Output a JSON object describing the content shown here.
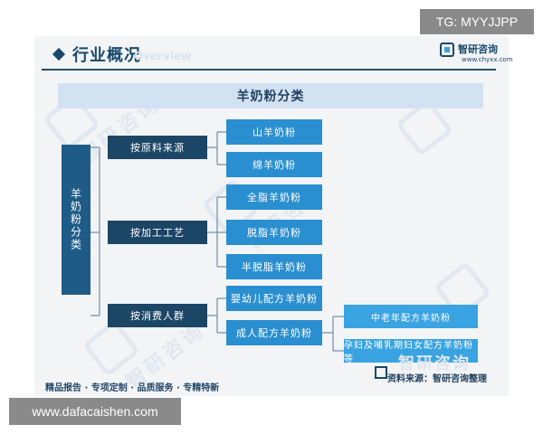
{
  "badges": {
    "tg": "TG: MYYJJPP",
    "url": "www.dafacaishen.com"
  },
  "header": {
    "title": "行业概况",
    "title_ghost": "Overview",
    "logo_name": "智研咨询",
    "logo_url": "www.chyxx.com"
  },
  "banner": "羊奶粉分类",
  "tree": {
    "root": "羊奶粉分类",
    "categories": [
      {
        "label": "按原料来源",
        "children": [
          "山羊奶粉",
          "绵羊奶粉"
        ]
      },
      {
        "label": "按加工工艺",
        "children": [
          "全脂羊奶粉",
          "脱脂羊奶粉",
          "半脱脂羊奶粉"
        ]
      },
      {
        "label": "按消费人群",
        "children": [
          "婴幼儿配方羊奶粉",
          "成人配方羊奶粉"
        ]
      }
    ],
    "adult_subtypes": [
      "中老年配方羊奶粉",
      "孕妇及哺乳期妇女配方羊奶粉等"
    ]
  },
  "footer": {
    "tags": "精品报告 · 专项定制 · 品质服务 · 专精特新",
    "source": "资料来源：智研咨询整理",
    "source_ghost": "智研咨询"
  },
  "watermark": "智研咨询",
  "colors": {
    "navy": "#1c4666",
    "root_blue": "#1f5b87",
    "leaf_blue": "#2a8fd0",
    "sub_blue": "#3aa3e2",
    "banner_bg": "#d3e2f3",
    "card_bg": "#f3f4f6"
  },
  "icons": [
    "diamond-bullet-icon",
    "brand-logo-icon"
  ]
}
